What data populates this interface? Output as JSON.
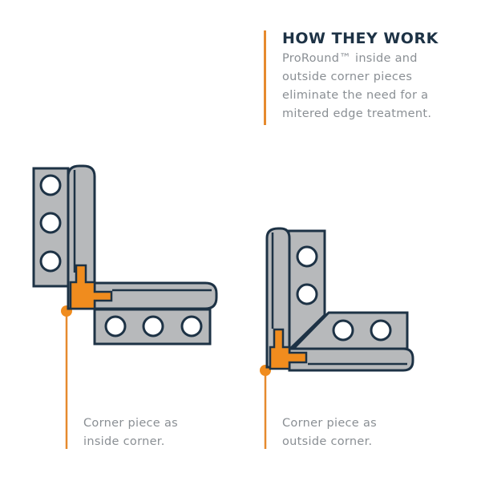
{
  "heading": {
    "title": "HOW THEY WORK",
    "lines": [
      "ProRound™ inside and",
      "outside corner pieces",
      "eliminate the need for a",
      "mitered edge treatment."
    ]
  },
  "captions": {
    "inside": [
      "Corner piece as",
      "inside corner."
    ],
    "outside": [
      "Corner piece as",
      "outside corner."
    ]
  },
  "colors": {
    "outline": "#1d3245",
    "tile": "#b7b9bb",
    "accent": "#f08c1e",
    "leader": "#e68a2e",
    "text": "#8a8f94",
    "hole": "#ffffff"
  }
}
